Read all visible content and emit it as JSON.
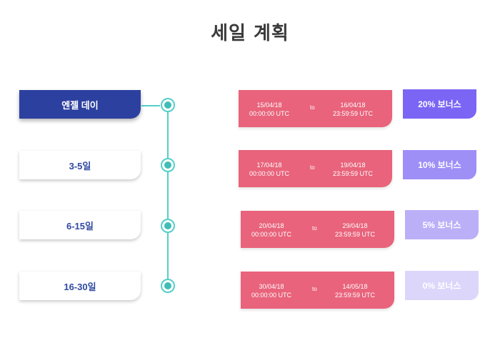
{
  "title": "세일 계획",
  "phases": [
    {
      "label": "엔젤 데이",
      "active": true
    },
    {
      "label": "3-5일",
      "active": false
    },
    {
      "label": "6-15일",
      "active": false
    },
    {
      "label": "16-30일",
      "active": false
    }
  ],
  "periods": [
    {
      "start_date": "15/04/18",
      "start_time": "00:00:00 UTC",
      "to": "to",
      "end_date": "16/04/18",
      "end_time": "23:59:59 UTC"
    },
    {
      "start_date": "17/04/18",
      "start_time": "00:00:00 UTC",
      "to": "to",
      "end_date": "19/04/18",
      "end_time": "23:59:59 UTC"
    },
    {
      "start_date": "20/04/18",
      "start_time": "00:00:00 UTC",
      "to": "to",
      "end_date": "29/04/18",
      "end_time": "23:59:59 UTC"
    },
    {
      "start_date": "30/04/18",
      "start_time": "00:00:00 UTC",
      "to": "to",
      "end_date": "14/05/18",
      "end_time": "23:59:59 UTC"
    }
  ],
  "bonuses": [
    {
      "label": "20% 보너스",
      "color": "#7b65f5"
    },
    {
      "label": "10% 보너스",
      "color": "#9e8ff7"
    },
    {
      "label": "5% 보너스",
      "color": "#bbb0f8"
    },
    {
      "label": "0% 보너스",
      "color": "#dcd6fb"
    }
  ],
  "colors": {
    "timeline": "#55cfc9",
    "active_phase": "#2c40a0",
    "phase_text": "#2f4aa1",
    "period": "#e8637b"
  }
}
